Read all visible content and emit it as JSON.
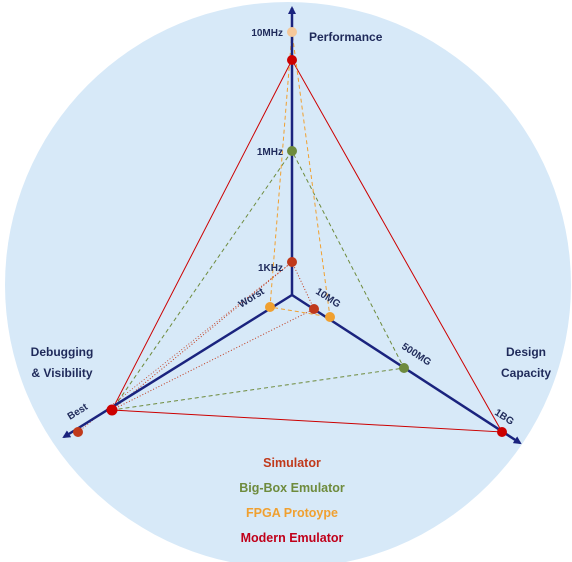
{
  "axes": {
    "performance": {
      "title": "Performance",
      "ticks": [
        "10MHz",
        "1MHz",
        "1KHz"
      ]
    },
    "capacity": {
      "title_line1": "Design",
      "title_line2": "Capacity",
      "ticks": [
        "10MG",
        "500MG",
        "1BG"
      ]
    },
    "debug": {
      "title_line1": "Debugging",
      "title_line2": "& Visibility",
      "tick_best": "Best",
      "tick_worst": "Worst"
    }
  },
  "legend": [
    {
      "label": "Simulator",
      "color": "#c0391b"
    },
    {
      "label": "Big-Box Emulator",
      "color": "#6e8b3d"
    },
    {
      "label": "FPGA Protoype",
      "color": "#f0a030"
    },
    {
      "label": "Modern Emulator",
      "color": "#c0001a"
    }
  ],
  "colors": {
    "background_circle": "#d7e9f8",
    "axis": "#1a237e",
    "simulator": "#c0391b",
    "big_box": "#6e8b3d",
    "fpga": "#f0a030",
    "fpga_top": "#f5c89a",
    "modern": "#cc0000"
  }
}
